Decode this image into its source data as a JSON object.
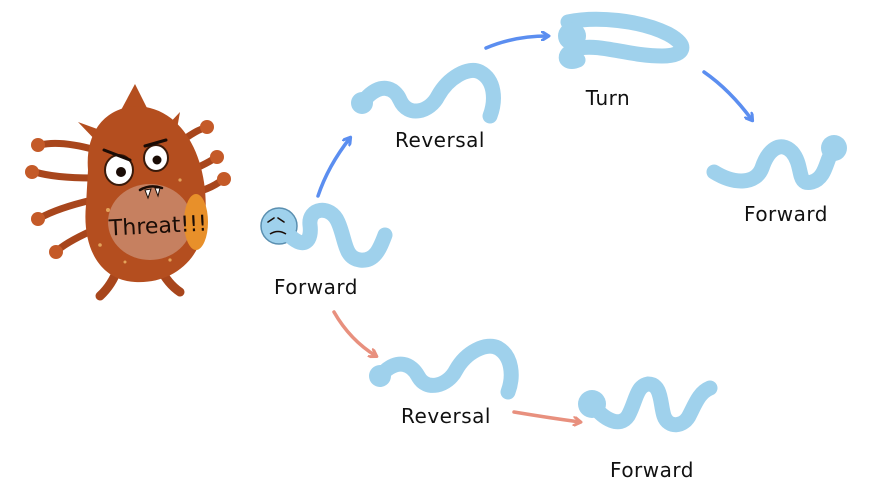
{
  "threat_label": "Threat!!!",
  "nodes": {
    "forward_start": {
      "label": "Forward"
    },
    "reversal_top": {
      "label": "Reversal"
    },
    "turn": {
      "label": "Turn"
    },
    "forward_top": {
      "label": "Forward"
    },
    "reversal_bottom": {
      "label": "Reversal"
    },
    "forward_bottom": {
      "label": "Forward"
    }
  },
  "colors": {
    "worm_fill": "#9fd1ec",
    "worm_stroke": "#5a8fb0",
    "monster_body": "#b44e1f",
    "monster_spot": "#c98a6c",
    "monster_orange": "#e8902a",
    "arrow_top": "#5b8ef0",
    "arrow_bottom": "#e8907e"
  }
}
